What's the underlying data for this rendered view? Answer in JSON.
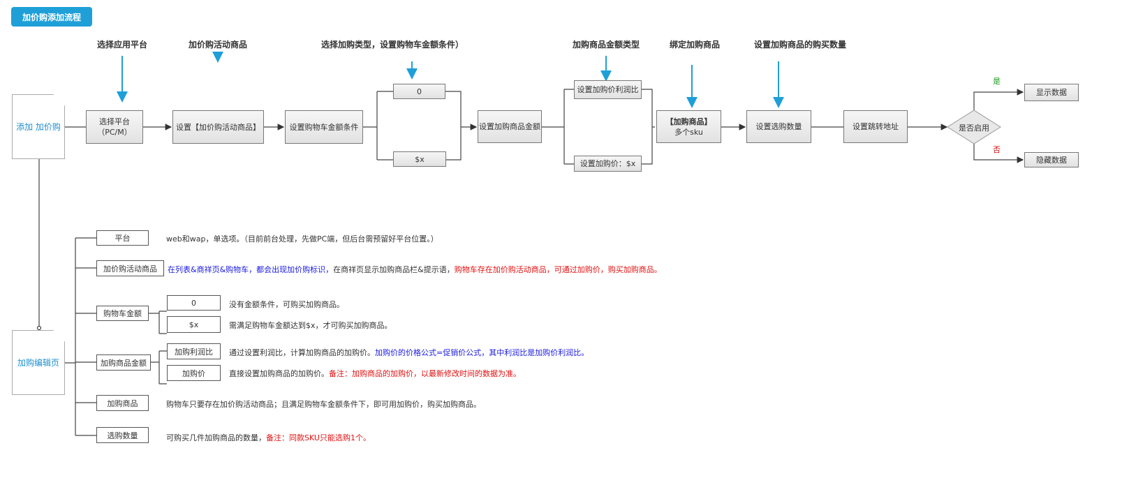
{
  "title_button": "加价购添加流程",
  "top_labels": [
    "选择应用平台",
    "加价购活动商品",
    "选择加购类型，设置购物车金额条件）",
    "加购商品金额类型",
    "绑定加购商品",
    "设置加购商品的购买数量"
  ],
  "flow": {
    "start_doc": "添加 加价购",
    "select_platform": [
      "选择平台",
      "（PC/M）"
    ],
    "set_activity": "设置【加价购活动商品】",
    "set_cart_condition": "设置购物车金额条件",
    "cond_zero": "0",
    "cond_x": "$x",
    "set_amount": "设置加购商品金额",
    "profit_ratio": "设置加购价利润比",
    "price_x": "设置加购价：$x",
    "bind_goods": [
      "【加购商品】",
      "多个sku"
    ],
    "set_quantity": "设置选购数量",
    "set_redirect": "设置跳转地址",
    "decision": "是否启用",
    "yes": "是",
    "no": "否",
    "show": "显示数据",
    "hide": "隐藏数据"
  },
  "edit": {
    "doc": "加购编辑页",
    "platform": {
      "label": "平台",
      "desc": "web和wap，单选项。（目前前台处理，先做PC端，但后台需预留好平台位置。）"
    },
    "activity": {
      "label": "加价购活动商品",
      "desc_blue": "在列表&商祥页&购物车，都会出现加价购标识，",
      "desc_plain": "在商祥页显示加购商品栏&提示语，",
      "desc_red": "购物车存在加价购活动商品，可通过加购价，购买加购商品。"
    },
    "cart": {
      "label": "购物车金额",
      "zero": "0",
      "zero_desc": "没有金额条件，可购买加购商品。",
      "x": "$x",
      "x_desc": "需满足购物车金额达到$x，才可购买加购商品。"
    },
    "amount": {
      "label": "加购商品金额",
      "ratio": "加购利润比",
      "ratio_desc_plain": "通过设置利润比，计算加购商品的加购价。",
      "ratio_desc_blue": "加购价的价格公式=促销价公式，其中利润比是加购价利润比。",
      "price": "加购价",
      "price_desc_plain": "直接设置加购商品的加购价。",
      "price_desc_red": "备注：加购商品的加购价，以最新修改时间的数据为准。"
    },
    "goods": {
      "label": "加购商品",
      "desc": "购物车只要存在加价购活动商品；且满足购物车金额条件下，即可用加购价，购买加购商品。"
    },
    "quantity": {
      "label": "选购数量",
      "desc_plain": "可购买几件加购商品的数量，",
      "desc_red": "备注：同款SKU只能选购1个。"
    }
  }
}
